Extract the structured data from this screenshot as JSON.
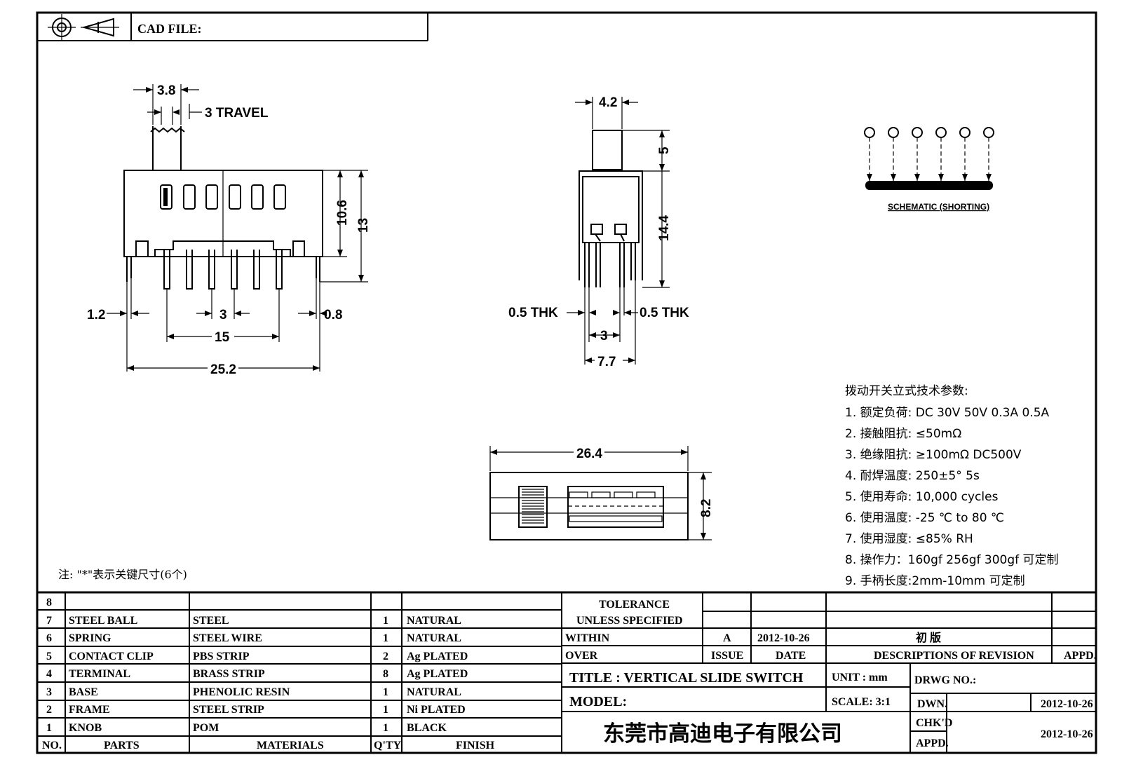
{
  "header": {
    "cad_file_label": "CAD FILE:"
  },
  "side_view": {
    "dim_top_width": "3.8",
    "travel_label": "3 TRAVEL",
    "dim_height_inner": "10.6",
    "dim_height_outer": "13",
    "dim_left_tab": "1.2",
    "dim_pitch": "3",
    "dim_right_tab": "0.8",
    "dim_pin_span": "15",
    "dim_overall": "25.2"
  },
  "end_view": {
    "dim_knob_width": "4.2",
    "dim_knob_height": "5",
    "dim_body_height": "14.4",
    "thk_left": "0.5  THK",
    "thk_right": "0.5  THK",
    "dim_pitch": "3",
    "dim_width": "7.7"
  },
  "top_view": {
    "dim_length": "26.4",
    "dim_width": "8.2"
  },
  "schematic": {
    "label": "SCHEMATIC (SHORTING)"
  },
  "specs": {
    "title": "拨动开关立式技术参数:",
    "items": [
      "1.  额定负荷: DC 30V    50V    0.3A    0.5A",
      "2.  接触阻抗: ≤50mΩ",
      "3.  绝缘阻抗: ≥100mΩ   DC500V",
      "4.  耐焊温度: 250±5°  5s",
      "5.  使用寿命: 10,000 cycles",
      "6.  使用温度: -25  ℃   to 80  ℃",
      "7.  使用湿度: ≤85% RH",
      "8.  操作力：160gf    256gf    300gf   可定制",
      "9.  手柄长度:2mm-10mm   可定制"
    ]
  },
  "note": "注: \"*\"表示关键尺寸(6个)",
  "parts_table": {
    "header": {
      "no": "NO.",
      "parts": "PARTS",
      "materials": "MATERIALS",
      "qty": "Q'TY",
      "finish": "FINISH"
    },
    "rows": [
      {
        "no": "8",
        "part": "",
        "material": "",
        "qty": "",
        "finish": ""
      },
      {
        "no": "7",
        "part": "STEEL  BALL",
        "material": "STEEL",
        "qty": "1",
        "finish": "NATURAL"
      },
      {
        "no": "6",
        "part": "SPRING",
        "material": "STEEL  WIRE",
        "qty": "1",
        "finish": "NATURAL"
      },
      {
        "no": "5",
        "part": "CONTACT  CLIP",
        "material": "PBS  STRIP",
        "qty": "2",
        "finish": "Ag  PLATED"
      },
      {
        "no": "4",
        "part": "TERMINAL",
        "material": "BRASS  STRIP",
        "qty": "8",
        "finish": "Ag  PLATED"
      },
      {
        "no": "3",
        "part": "BASE",
        "material": "PHENOLIC  RESIN",
        "qty": "1",
        "finish": "NATURAL"
      },
      {
        "no": "2",
        "part": "FRAME",
        "material": "STEEL  STRIP",
        "qty": "1",
        "finish": "Ni  PLATED"
      },
      {
        "no": "1",
        "part": "KNOB",
        "material": "POM",
        "qty": "1",
        "finish": "BLACK"
      }
    ]
  },
  "title_block": {
    "tolerance": "TOLERANCE",
    "unless_specified": "UNLESS   SPECIFIED",
    "within": "WITHIN",
    "over": "OVER",
    "issue_value": "A",
    "issue_date": "2012-10-26",
    "revision_desc": "初  版",
    "issue_label": "ISSUE",
    "date_label": "DATE",
    "desc_label": "DESCRIPTIONS  OF  REVISION",
    "appd_label": "APPD.",
    "title": "TITLE :   VERTICAL  SLIDE  SWITCH",
    "unit": "UNIT :   mm",
    "drwg_no": "DRWG  NO.:",
    "model": "MODEL:",
    "scale": "SCALE:   3:1",
    "dwn_label": "DWN.",
    "dwn_date": "2012-10-26",
    "chkd_label": "CHK'D",
    "chkd_date": "2012-10-26",
    "appd_label2": "APPD.",
    "company": "东莞市高迪电子有限公司"
  }
}
